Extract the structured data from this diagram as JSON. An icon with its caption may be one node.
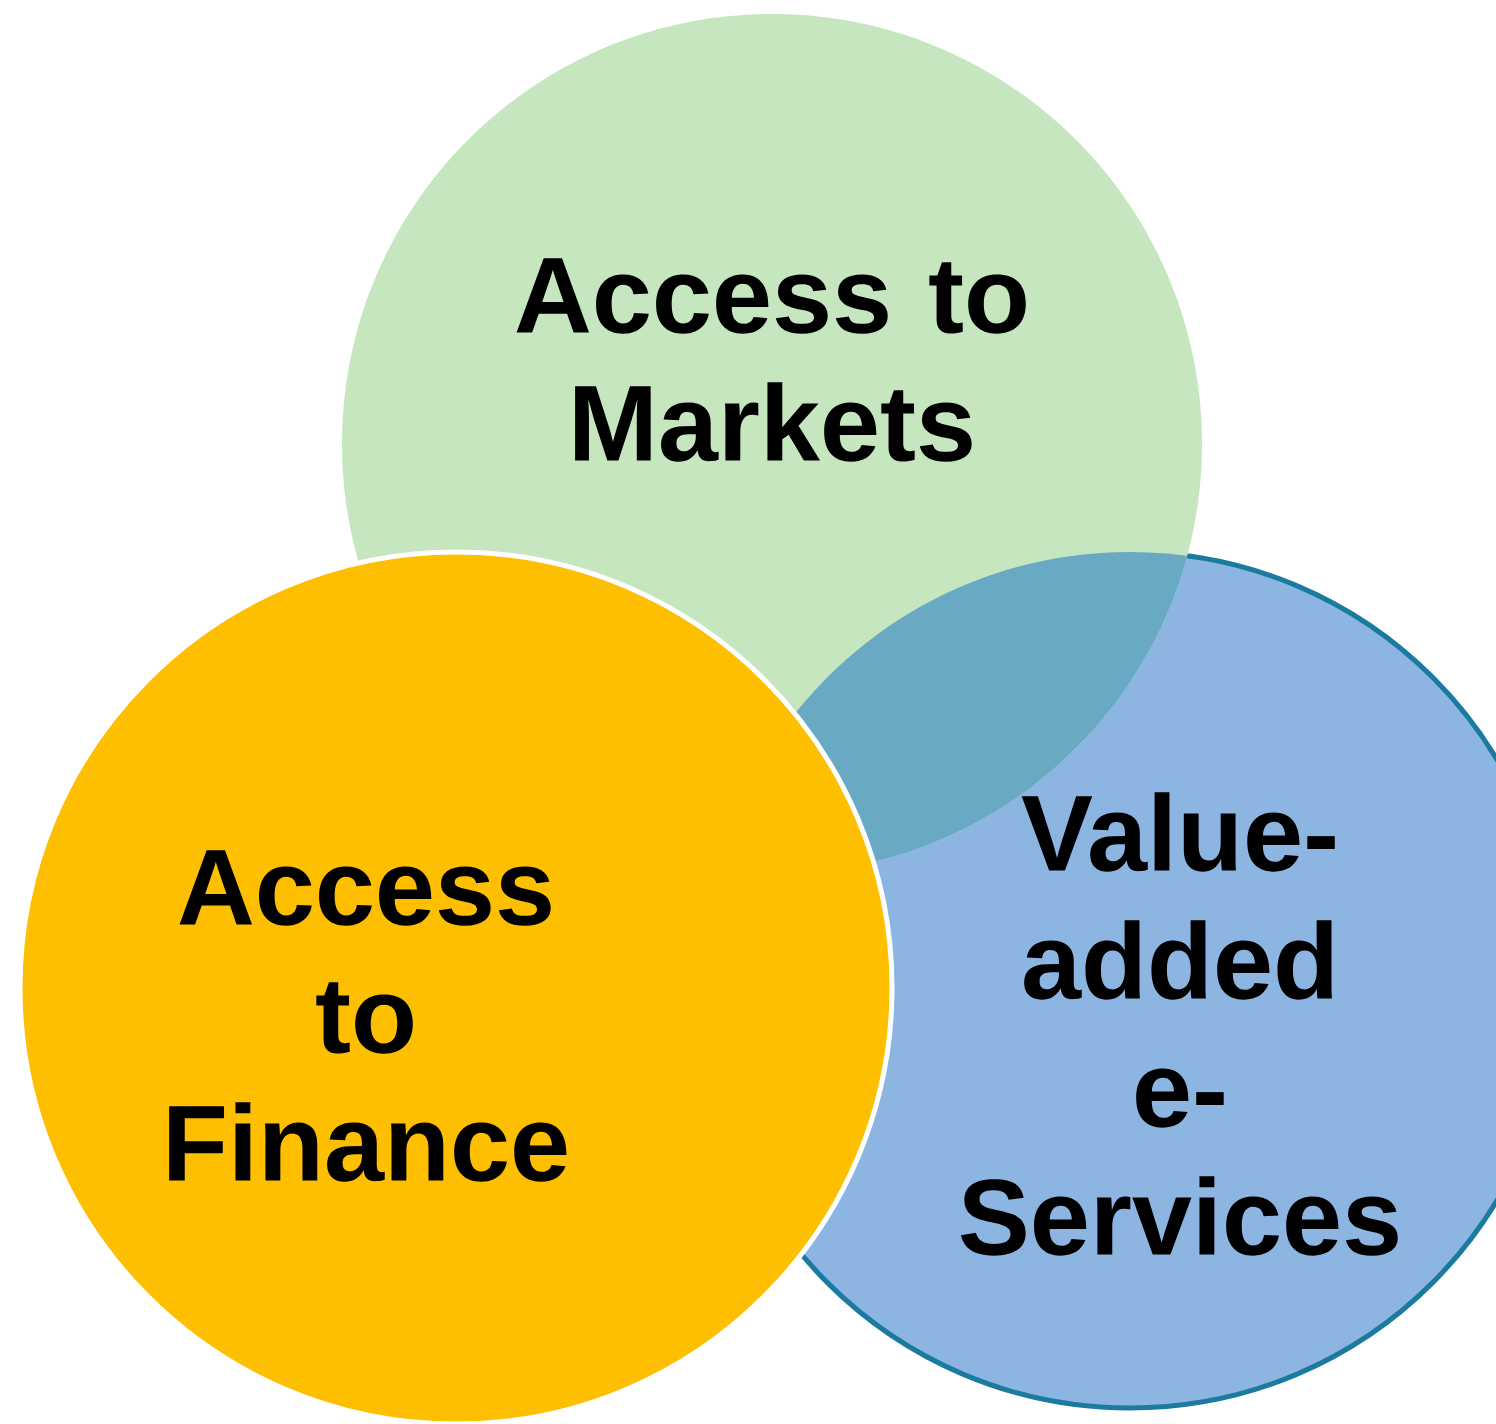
{
  "diagram": {
    "nodes": [
      {
        "text": [
          "Access to Markets"
        ]
      },
      {
        "text": [
          "Access to Finance"
        ]
      },
      {
        "text": [
          "Value-added e-Services"
        ]
      }
    ]
  }
}
